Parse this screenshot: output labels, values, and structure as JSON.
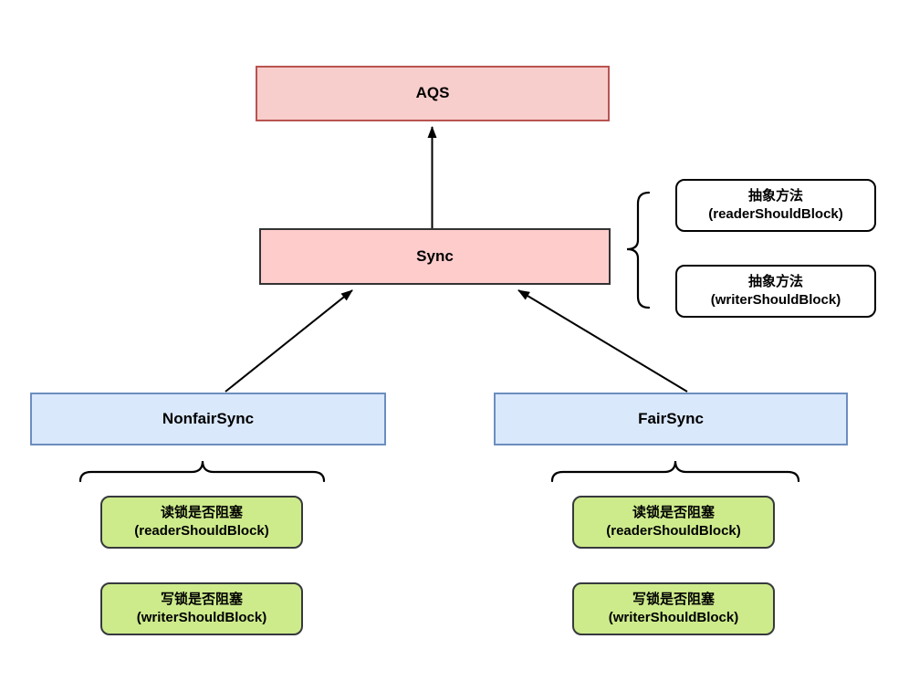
{
  "diagram": {
    "type": "class-hierarchy",
    "nodes": {
      "aqs": {
        "label": "AQS"
      },
      "sync": {
        "label": "Sync"
      },
      "nonfair_sync": {
        "label": "NonfairSync"
      },
      "fair_sync": {
        "label": "FairSync"
      },
      "sync_abstract_reader": {
        "line1": "抽象方法",
        "line2": "(readerShouldBlock)"
      },
      "sync_abstract_writer": {
        "line1": "抽象方法",
        "line2": "(writerShouldBlock)"
      },
      "nonfair_reader": {
        "line1": "读锁是否阻塞",
        "line2": "(readerShouldBlock)"
      },
      "nonfair_writer": {
        "line1": "写锁是否阻塞",
        "line2": "(writerShouldBlock)"
      },
      "fair_reader": {
        "line1": "读锁是否阻塞",
        "line2": "(readerShouldBlock)"
      },
      "fair_writer": {
        "line1": "写锁是否阻塞",
        "line2": "(writerShouldBlock)"
      }
    },
    "edges": [
      {
        "from": "Sync",
        "to": "AQS",
        "style": "arrow"
      },
      {
        "from": "NonfairSync",
        "to": "Sync",
        "style": "arrow"
      },
      {
        "from": "FairSync",
        "to": "Sync",
        "style": "arrow"
      },
      {
        "from": "Sync",
        "to": "abstract-methods",
        "style": "curly-brace"
      },
      {
        "from": "NonfairSync",
        "to": "override-methods",
        "style": "curly-brace"
      },
      {
        "from": "FairSync",
        "to": "override-methods",
        "style": "curly-brace"
      }
    ],
    "colors": {
      "aqs_fill": "#f8cecc",
      "aqs_border": "#b85450",
      "sync_fill": "#ffcccc",
      "sync_border": "#333333",
      "subclass_fill": "#dae8fc",
      "subclass_border": "#6c8ebf",
      "method_fill": "#cdeb8b",
      "method_border": "#36393d",
      "abstract_fill": "#ffffff",
      "abstract_border": "#000000",
      "connector": "#000000"
    }
  }
}
